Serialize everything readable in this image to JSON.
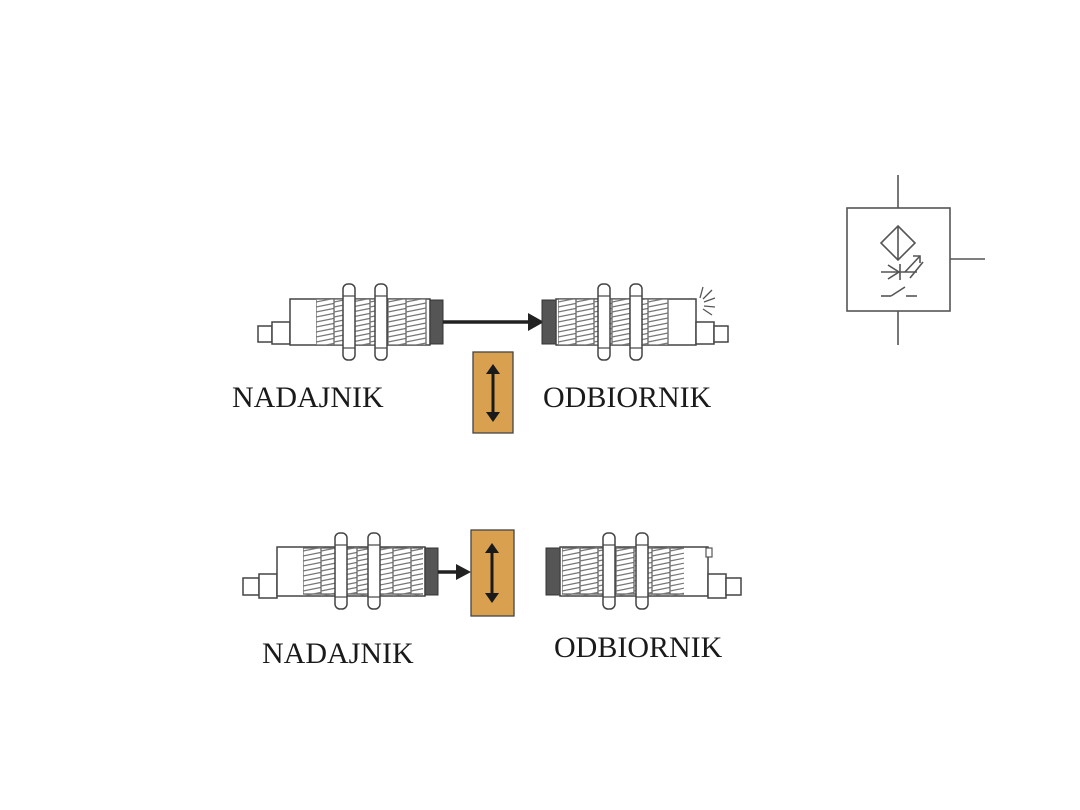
{
  "diagram": {
    "top_row": {
      "emitter_label": "NADAJNIK",
      "receiver_label": "ODBIORNIK",
      "state": "beam-received",
      "object_icon": "vertical-double-arrow-icon"
    },
    "bottom_row": {
      "emitter_label": "NADAJNIK",
      "receiver_label": "ODBIORNIK",
      "state": "beam-interrupted",
      "object_icon": "vertical-double-arrow-icon"
    },
    "symbol": {
      "icon": "photoelectric-sensor-symbol-icon"
    }
  },
  "colors": {
    "object_fill": "#d9a050",
    "outline": "#3a3a3a",
    "lens": "#555555",
    "background": "#ffffff"
  }
}
